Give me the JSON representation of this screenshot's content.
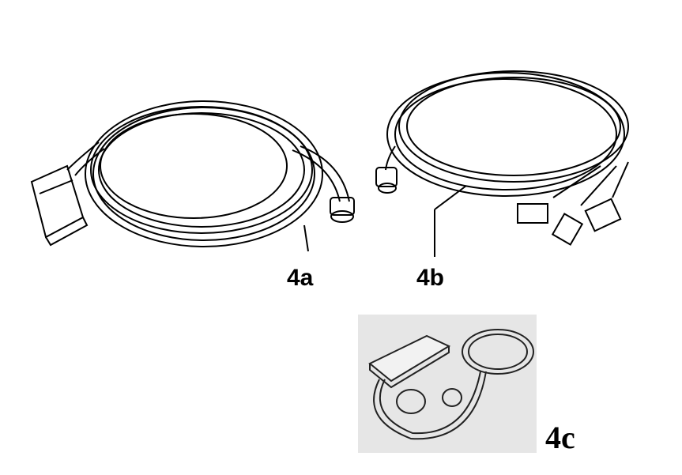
{
  "labels": {
    "cable_a": "4a",
    "cable_b": "4b",
    "cable_c": "4c"
  },
  "colors": {
    "ink": "#000000",
    "photo_bg": "#e6e6e6"
  }
}
